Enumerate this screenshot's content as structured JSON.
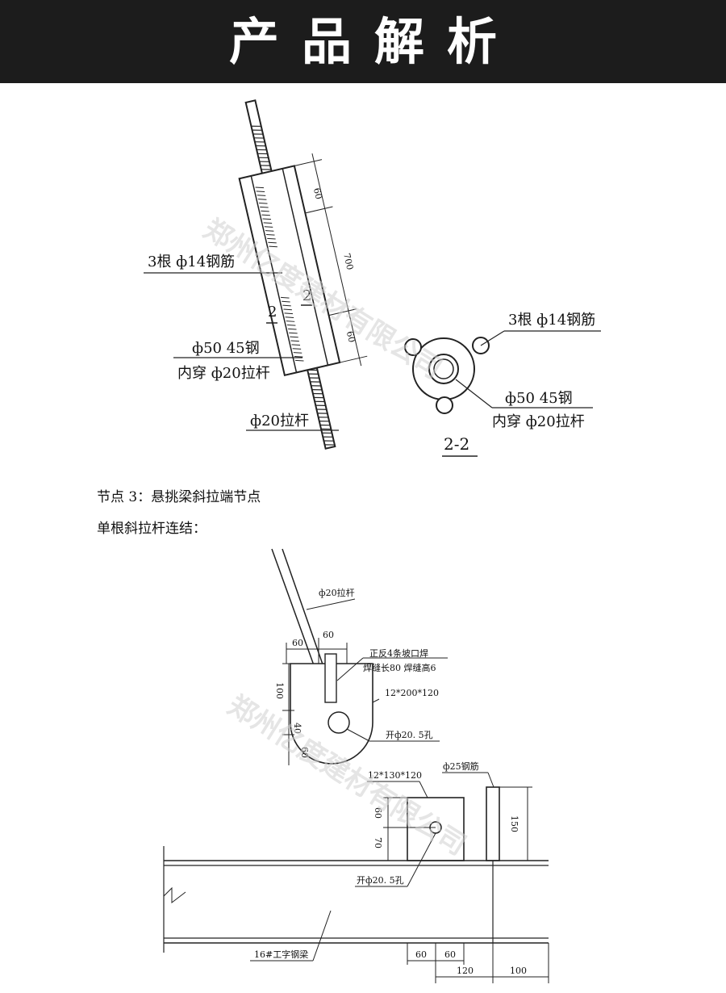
{
  "header": {
    "title": "产品解析"
  },
  "diagram1": {
    "label_rebar_3x14": "3根 ф14钢筋",
    "label_sleeve_line1": "ф50  45钢",
    "label_sleeve_line2": "内穿 ф20拉杆",
    "label_rod_20": "ф20拉杆",
    "dim_60_top": "60",
    "dim_700": "700",
    "dim_60_bottom": "60",
    "section_mark": "2",
    "section_title": "2-2",
    "section_label_rebar": "3根 ф14钢筋",
    "section_label_sleeve_line1": "ф50  45钢",
    "section_label_sleeve_line2": "内穿 ф20拉杆"
  },
  "captions": {
    "node3": "节点 3：悬挑梁斜拉端节点",
    "single_rod": "单根斜拉杆连结："
  },
  "diagram2": {
    "label_rod": "ф20拉杆",
    "dim_60_left": "60",
    "dim_60_right": "60",
    "weld_line1": "正反4条坡口焊",
    "weld_line2": "焊缝长80  焊缝高6",
    "plate_top": "12*200*120",
    "hole_top": "开ф20. 5孔",
    "dim_100": "100",
    "dim_40": "40",
    "dim_60_v": "60",
    "plate_bottom": "12*130*120",
    "rebar_25": "ф25钢筋",
    "dim_60_v2": "60",
    "dim_70": "70",
    "dim_150": "150",
    "hole_bottom": "开ф20. 5孔",
    "beam": "16#工字钢梁",
    "dim_60_b1": "60",
    "dim_60_b2": "60",
    "dim_120": "120",
    "dim_100_b": "100"
  },
  "watermark": "郑州亿度建材有限公司"
}
